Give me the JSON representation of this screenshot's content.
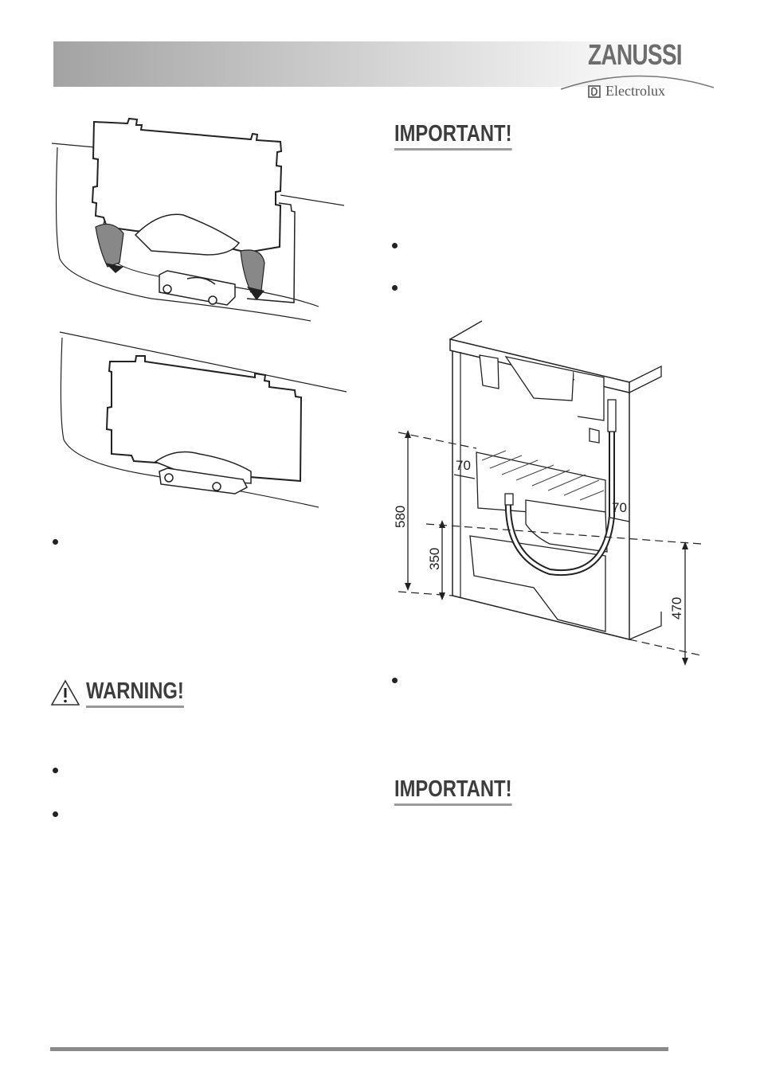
{
  "brand": {
    "name": "ZANUSSI",
    "sub_name": "Electrolux",
    "sub_icon": "electrolux-logo-icon"
  },
  "headings": {
    "important_1": "IMPORTANT!",
    "warning": "WARNING!",
    "important_2": "IMPORTANT!"
  },
  "figure_dimensions": {
    "left_gap": "70",
    "right_gap": "70",
    "total_height": "580",
    "lower_height": "350",
    "right_height": "470"
  },
  "icons": {
    "warning_icon": "warning-triangle-icon"
  },
  "colors": {
    "header_dark": "#a3a3a3",
    "heading_text": "#3d3d3d",
    "underline": "#9a9a9a"
  }
}
